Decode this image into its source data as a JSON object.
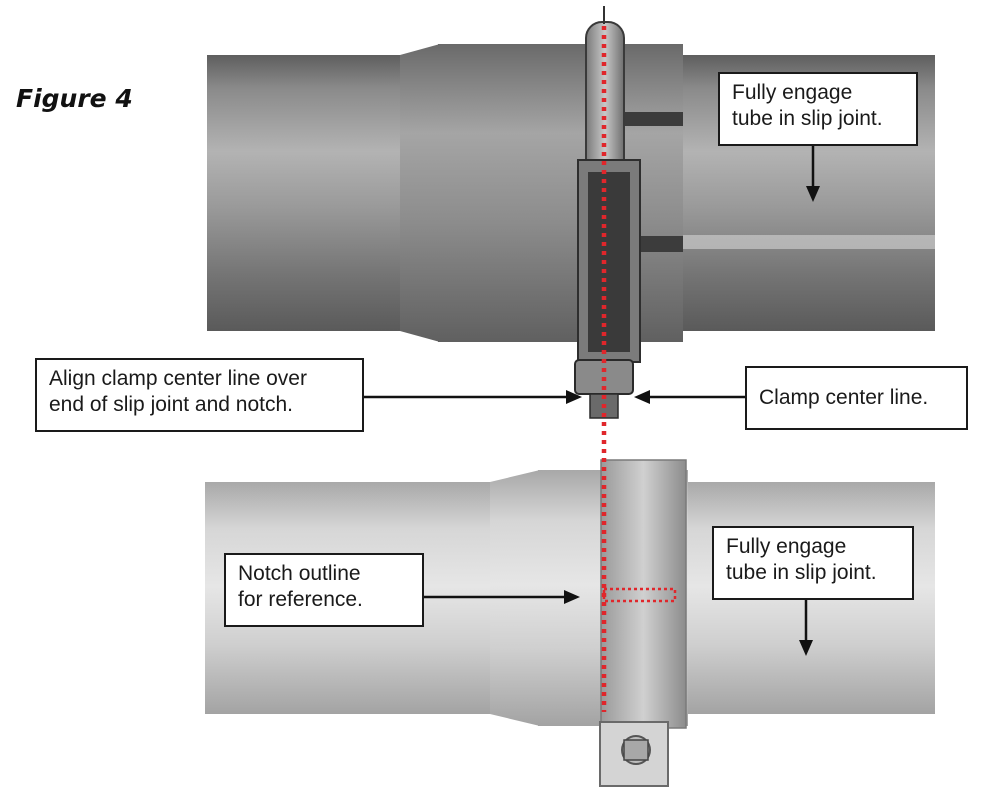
{
  "figure": {
    "title": "Figure 4"
  },
  "callouts": {
    "top_engage": {
      "line1": "Fully engage",
      "line2": "tube in slip joint."
    },
    "align_clamp": {
      "line1": "Align clamp center line over",
      "line2": "end of slip joint and notch."
    },
    "center_line": {
      "line1": "Clamp center line."
    },
    "notch_outline": {
      "line1": "Notch outline",
      "line2": "for reference."
    },
    "bottom_engage": {
      "line1": "Fully engage",
      "line2": "tube in slip joint."
    }
  },
  "colors": {
    "center_line": "#e0262b",
    "arrow": "#111111",
    "top_tube": "#8f8f8f",
    "bottom_tube": "#c4c4c4"
  },
  "icons": {
    "top_view": "clamp-bolt-icon",
    "bottom_view": "clamp-nut-icon"
  }
}
